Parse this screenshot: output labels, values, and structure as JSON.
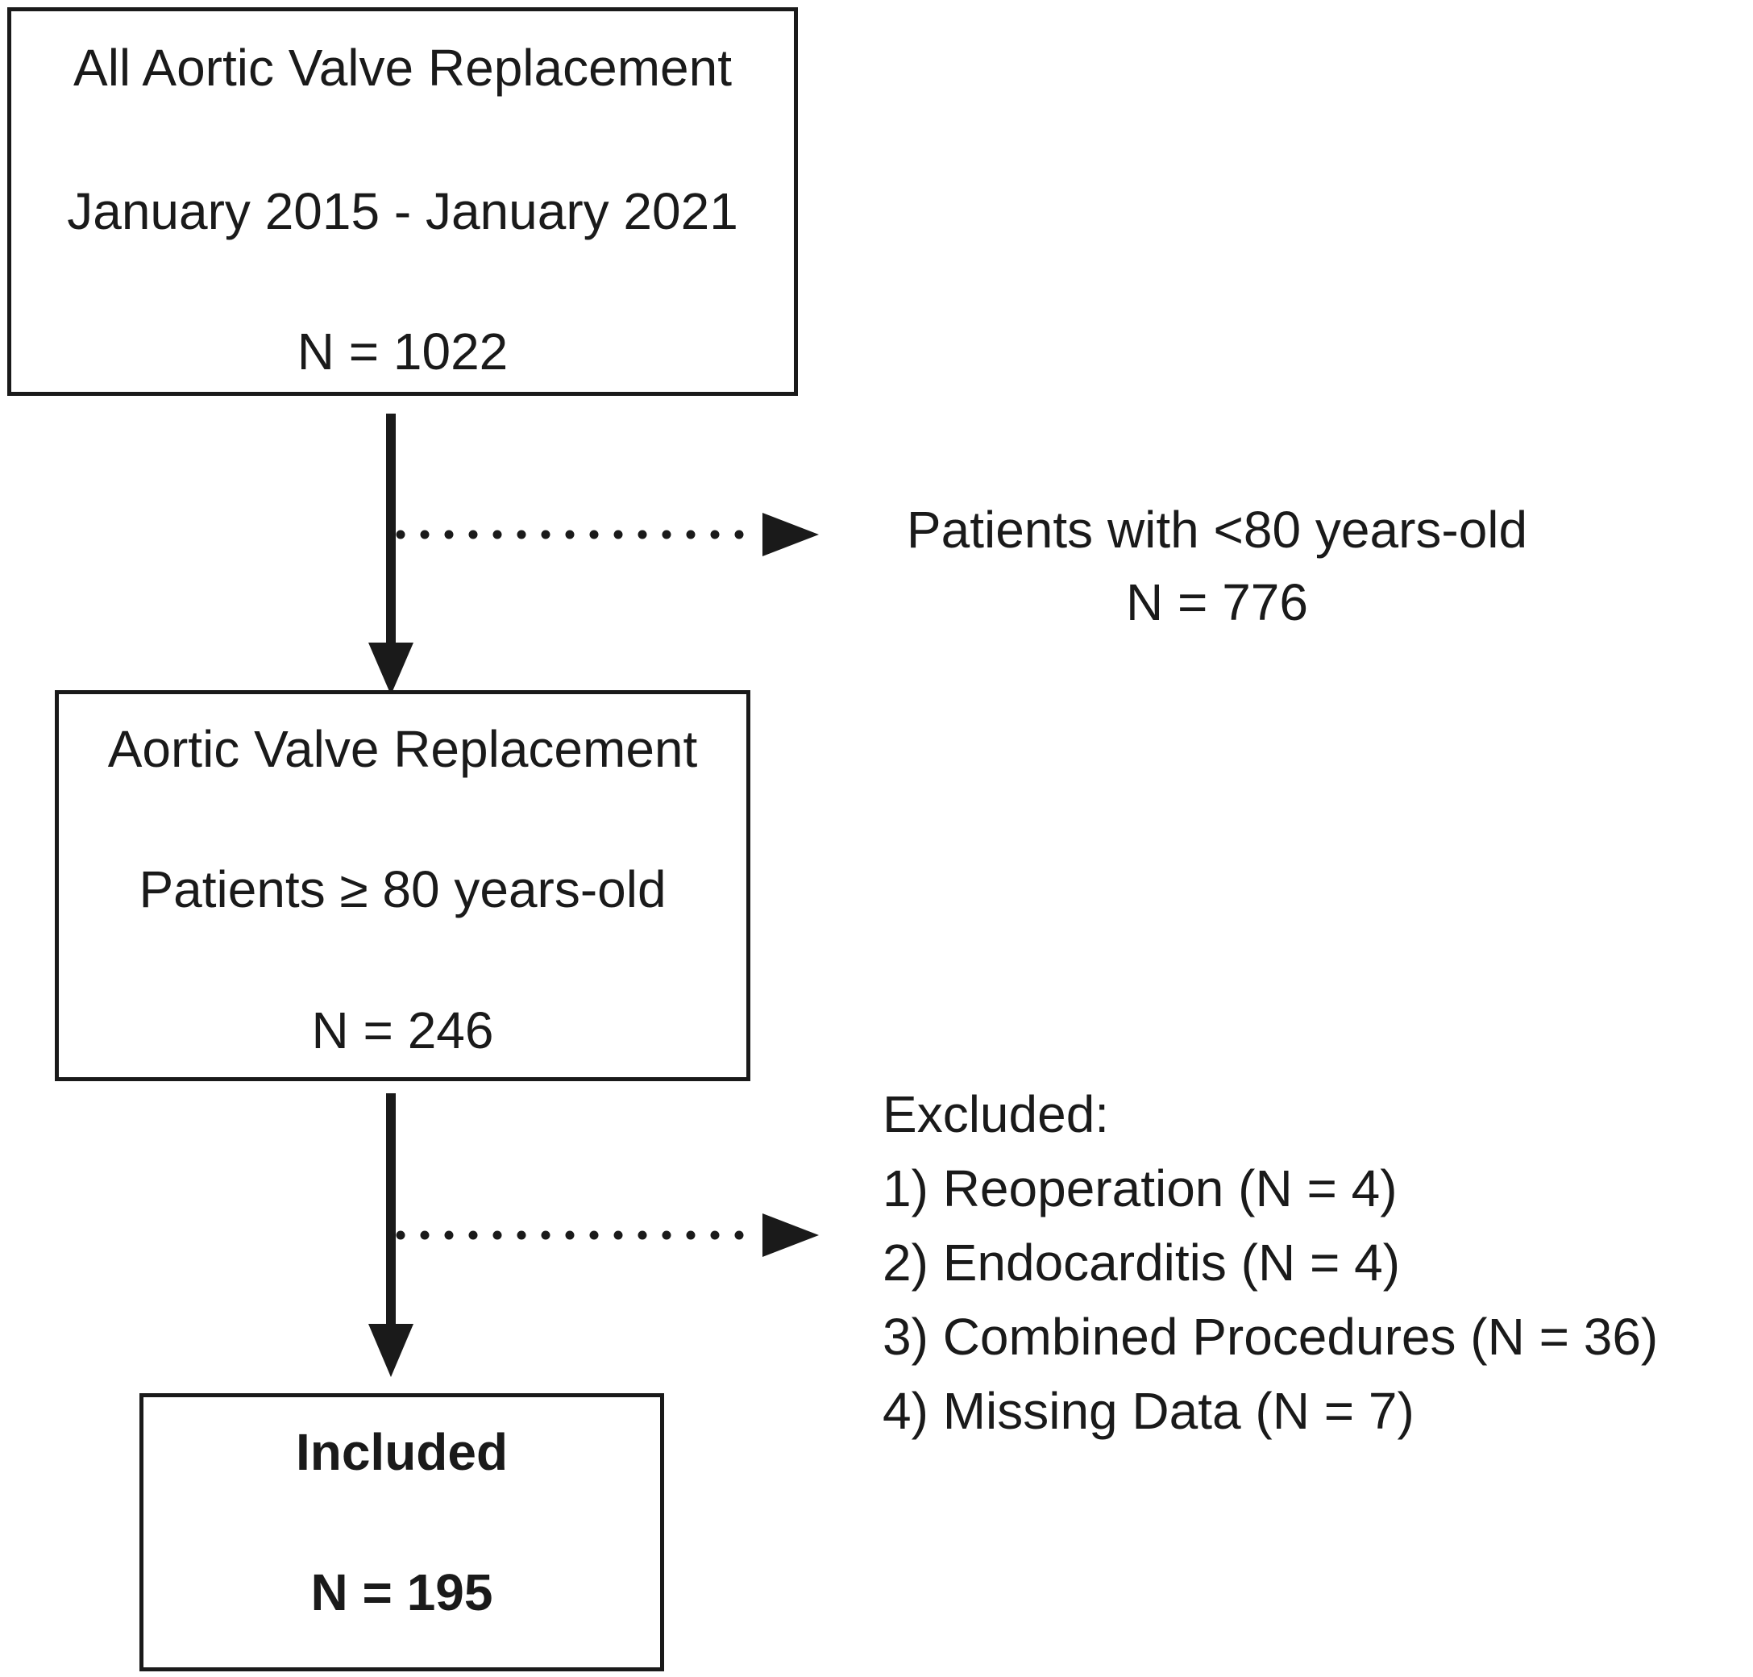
{
  "boxes": {
    "all_avr": {
      "title": "All Aortic Valve Replacement",
      "period": "January 2015 - January 2021",
      "count": "N = 1022"
    },
    "avr_elderly": {
      "title": "Aortic Valve Replacement",
      "criterion": "Patients ≥ 80 years-old",
      "count": "N = 246"
    },
    "included": {
      "title": "Included",
      "count": "N = 195"
    }
  },
  "exclusions": {
    "under_80": {
      "label": "Patients with <80 years-old",
      "count": "N = 776"
    },
    "criteria": {
      "heading": "Excluded:",
      "items": [
        "1) Reoperation (N = 4)",
        "2) Endocarditis (N = 4)",
        "3) Combined Procedures (N = 36)",
        "4) Missing Data (N = 7)"
      ]
    }
  },
  "colors": {
    "ink": "#1a1a1a",
    "background": "#ffffff"
  }
}
